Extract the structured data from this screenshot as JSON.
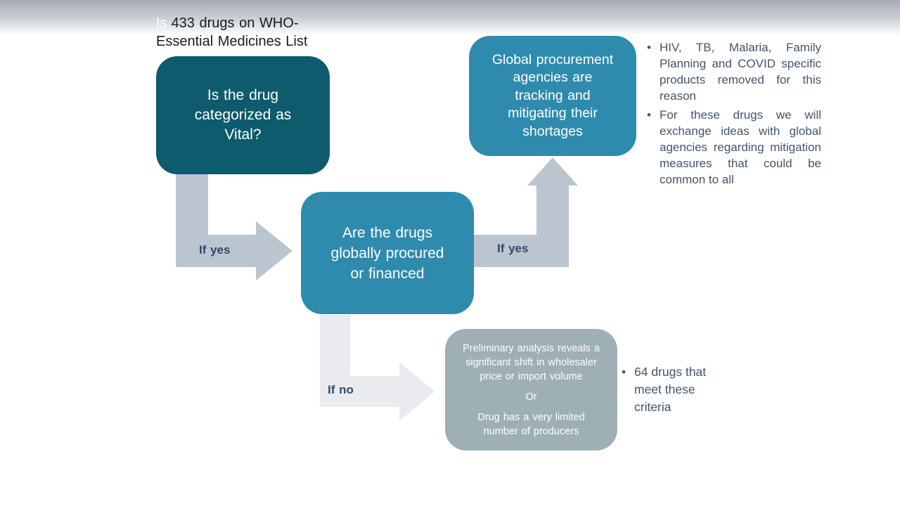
{
  "header": {
    "ghost_word": "Is",
    "title_line1": "433 drugs on WHO-",
    "title_line2": "Essential Medicines List"
  },
  "flow": {
    "vital_box": "Is the drug\ncategorized as\nVital?",
    "procured_box": "Are the drugs\nglobally procured\nor financed",
    "outcome_box": "Global procurement\nagencies are\ntracking and\nmitigating their\nshortages",
    "criteria_box": {
      "p1": "Preliminary analysis reveals a\nsignificant shift in wholesaler\nprice or import volume",
      "or": "Or",
      "p2": "Drug has a very limited\nnumber of producers"
    },
    "labels": {
      "yes1": "If yes",
      "yes2": "If yes",
      "no": "If no"
    }
  },
  "side_notes": [
    "HIV, TB, Malaria, Family Planning and COVID specific products removed for this reason",
    "For these drugs we will exchange ideas with global agencies regarding mitigation measures that could be common to all"
  ],
  "result_note": "64 drugs that meet these criteria",
  "glyphs": {
    "bullet": "•"
  },
  "colors": {
    "dark_teal": "#0d5b6d",
    "blue": "#2f8bad",
    "gray_box": "#9eafb6",
    "arrow_steel": "#bbc5cf",
    "arrow_pale": "#e9ebee",
    "label_text": "#31496b",
    "note_text": "#44546a",
    "title_text": "#1b1b1b",
    "band_top": "#a5acb8"
  }
}
